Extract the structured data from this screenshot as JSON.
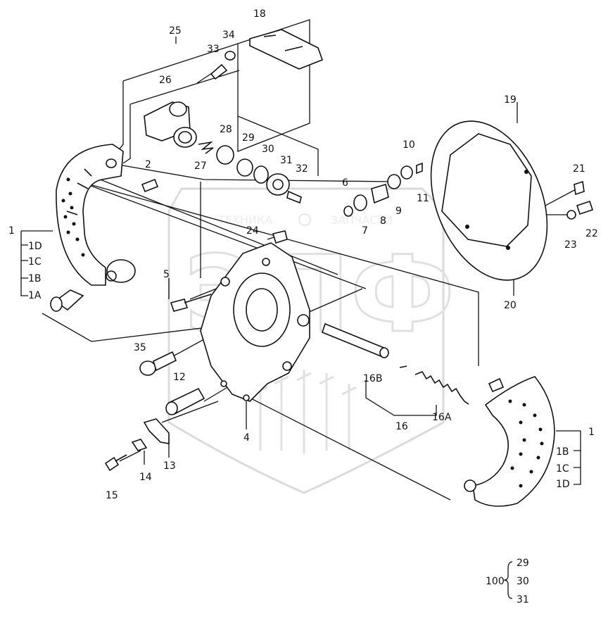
{
  "diagram": {
    "watermark": {
      "line1": "ТЕХНИКА",
      "line2": "ЗАПЧАСТИ",
      "logo_letters": "ЭПФ"
    },
    "callouts": [
      {
        "id": "c1",
        "text": "1"
      },
      {
        "id": "c1D",
        "text": "1D"
      },
      {
        "id": "c1C",
        "text": "1C"
      },
      {
        "id": "c1B",
        "text": "1B"
      },
      {
        "id": "c1A",
        "text": "1A"
      },
      {
        "id": "c2",
        "text": "2"
      },
      {
        "id": "c4",
        "text": "4"
      },
      {
        "id": "c5",
        "text": "5"
      },
      {
        "id": "c6",
        "text": "6"
      },
      {
        "id": "c7",
        "text": "7"
      },
      {
        "id": "c8",
        "text": "8"
      },
      {
        "id": "c9",
        "text": "9"
      },
      {
        "id": "c10",
        "text": "10"
      },
      {
        "id": "c11",
        "text": "11"
      },
      {
        "id": "c12",
        "text": "12"
      },
      {
        "id": "c13",
        "text": "13"
      },
      {
        "id": "c14",
        "text": "14"
      },
      {
        "id": "c15",
        "text": "15"
      },
      {
        "id": "c16",
        "text": "16"
      },
      {
        "id": "c16A",
        "text": "16A"
      },
      {
        "id": "c16B",
        "text": "16B"
      },
      {
        "id": "c18",
        "text": "18"
      },
      {
        "id": "c19",
        "text": "19"
      },
      {
        "id": "c20",
        "text": "20"
      },
      {
        "id": "c21",
        "text": "21"
      },
      {
        "id": "c22",
        "text": "22"
      },
      {
        "id": "c23",
        "text": "23"
      },
      {
        "id": "c24",
        "text": "24"
      },
      {
        "id": "c25",
        "text": "25"
      },
      {
        "id": "c26",
        "text": "26"
      },
      {
        "id": "c27",
        "text": "27"
      },
      {
        "id": "c28",
        "text": "28"
      },
      {
        "id": "c29",
        "text": "29"
      },
      {
        "id": "c30",
        "text": "30"
      },
      {
        "id": "c31",
        "text": "31"
      },
      {
        "id": "c32",
        "text": "32"
      },
      {
        "id": "c33",
        "text": "33"
      },
      {
        "id": "c34",
        "text": "34"
      },
      {
        "id": "c35",
        "text": "35"
      },
      {
        "id": "r1",
        "text": "1"
      },
      {
        "id": "r1B",
        "text": "1B"
      },
      {
        "id": "r1C",
        "text": "1C"
      },
      {
        "id": "r1D",
        "text": "1D"
      }
    ],
    "kit": {
      "number": "100",
      "items": [
        "29",
        "30",
        "31"
      ]
    }
  }
}
